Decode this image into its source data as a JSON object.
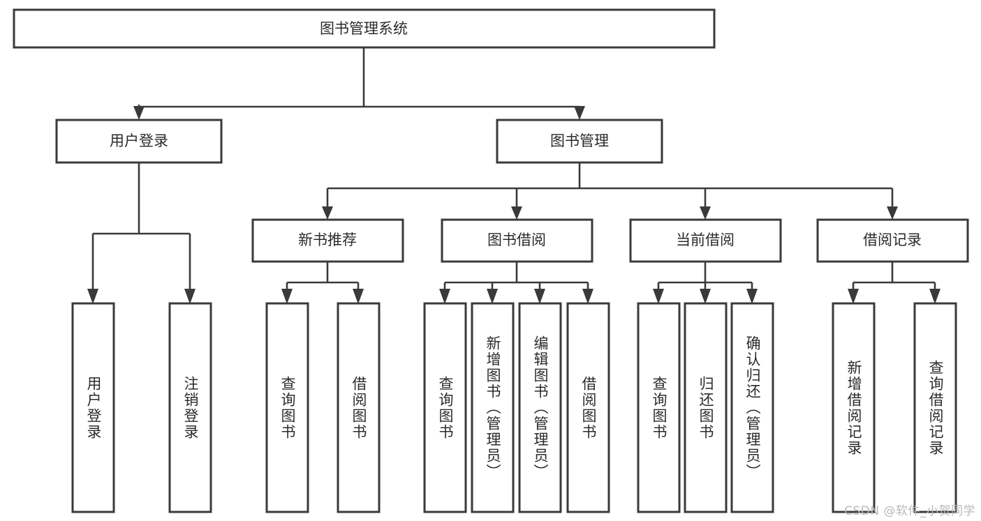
{
  "diagram": {
    "type": "hierarchy-tree",
    "title": "图书管理系统",
    "watermark": "CSDN @软件_小贺同学",
    "colors": {
      "box_stroke": "#3a3a3a",
      "box_fill": "#ffffff",
      "text": "#2b2b2b",
      "connector": "#3a3a3a",
      "background": "#ffffff",
      "watermark": "#b9b9b9"
    },
    "root": {
      "label": "图书管理系统"
    },
    "level2": [
      {
        "id": "user-login",
        "label": "用户登录"
      },
      {
        "id": "book-manage",
        "label": "图书管理"
      }
    ],
    "level3": [
      {
        "id": "new-book-rec",
        "label": "新书推荐"
      },
      {
        "id": "book-borrow",
        "label": "图书借阅"
      },
      {
        "id": "current-borrow",
        "label": "当前借阅"
      },
      {
        "id": "borrow-record",
        "label": "借阅记录"
      }
    ],
    "leaves": {
      "user-login": [
        {
          "id": "leaf-user-login",
          "label": "用户登录"
        },
        {
          "id": "leaf-logout",
          "label": "注销登录"
        }
      ],
      "new-book-rec": [
        {
          "id": "leaf-query-book-1",
          "label": "查询图书"
        },
        {
          "id": "leaf-borrow-book-1",
          "label": "借阅图书"
        }
      ],
      "book-borrow": [
        {
          "id": "leaf-query-book-2",
          "label": "查询图书"
        },
        {
          "id": "leaf-add-book",
          "label": "新增图书（管理员）"
        },
        {
          "id": "leaf-edit-book",
          "label": "编辑图书（管理员）"
        },
        {
          "id": "leaf-borrow-book-2",
          "label": "借阅图书"
        }
      ],
      "current-borrow": [
        {
          "id": "leaf-query-book-3",
          "label": "查询图书"
        },
        {
          "id": "leaf-return-book",
          "label": "归还图书"
        },
        {
          "id": "leaf-confirm-return",
          "label": "确认归还（管理员）"
        }
      ],
      "borrow-record": [
        {
          "id": "leaf-add-record",
          "label": "新增借阅记录"
        },
        {
          "id": "leaf-query-record",
          "label": "查询借阅记录"
        }
      ]
    }
  }
}
